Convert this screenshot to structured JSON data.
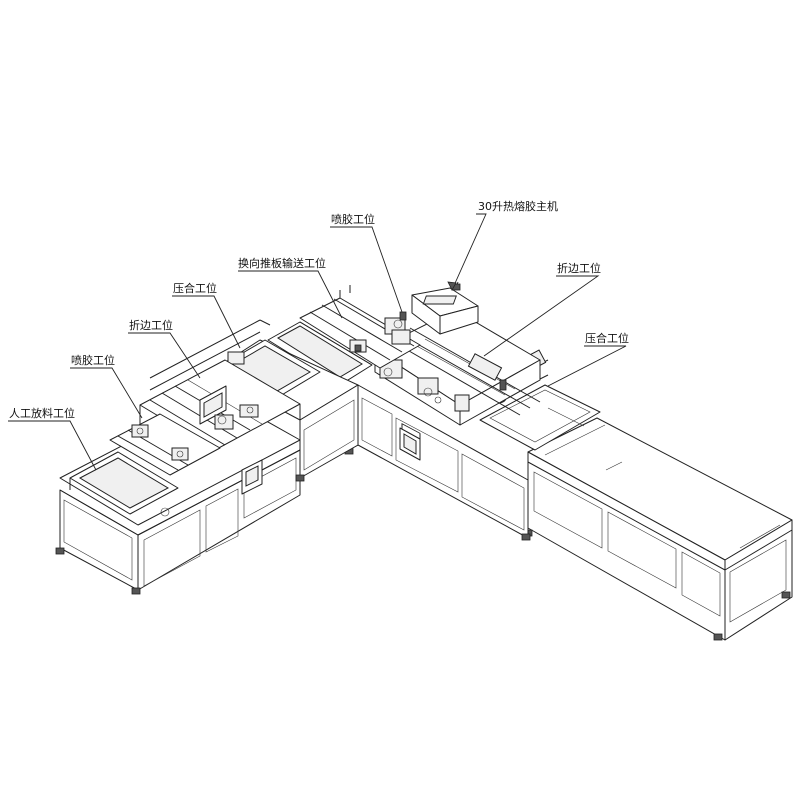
{
  "diagram": {
    "labels": {
      "glue_spray_right": "喷胶工位",
      "hot_melt_host": "30升热熔胶主机",
      "turn_push_convey": "换向推板输送工位",
      "press_left": "压合工位",
      "fold_right": "折边工位",
      "fold_left": "折边工位",
      "press_right": "压合工位",
      "glue_spray_left": "喷胶工位",
      "manual_feed": "人工放料工位"
    }
  }
}
